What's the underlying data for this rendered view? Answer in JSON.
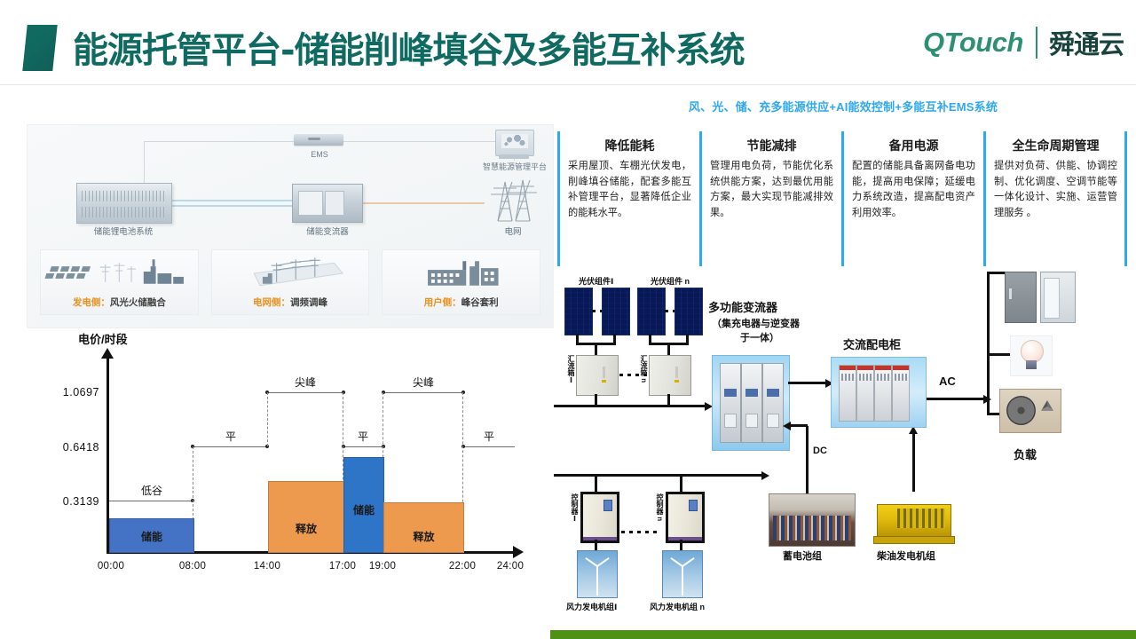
{
  "header": {
    "title": "能源托管平台-储能削峰填谷及多能互补系统",
    "logo_en": "QTouch",
    "logo_cn": "舜通云"
  },
  "left_panel": {
    "nodes": [
      {
        "name": "ems",
        "label": "EMS"
      },
      {
        "name": "smart-platform",
        "label": "智慧能源管理平台"
      },
      {
        "name": "battery-system",
        "label": "储能锂电池系统"
      },
      {
        "name": "pcs",
        "label": "储能变流器"
      },
      {
        "name": "grid",
        "label": "电网"
      }
    ],
    "cards": [
      {
        "prefix": "发电侧：",
        "text": "风光火储融合"
      },
      {
        "prefix": "电网侧：",
        "text": "调频调峰"
      },
      {
        "prefix": "用户侧：",
        "text": "峰谷套利"
      }
    ]
  },
  "right": {
    "sub_title": "风、光、储、充多能源供应+AI能效控制+多能互补EMS系统",
    "features": [
      {
        "title": "降低能耗",
        "body": "采用屋顶、车棚光伏发电，削峰填谷储能，配套多能互补管理平台，显著降低企业的能耗水平。"
      },
      {
        "title": "节能减排",
        "body": "管理用电负荷，节能优化系统供能方案，达到最优用能方案，最大实现节能减排效果。"
      },
      {
        "title": "备用电源",
        "body": "配置的储能具备离网备电功能，提高用电保障；延缓电力系统改造，提高配电资产利用效率。"
      },
      {
        "title": "全生命周期管理",
        "body": "提供对负荷、供能、协调控制、优化调度、空调节能等一体化设计、实施、运营管理服务 。"
      }
    ]
  },
  "system_diagram": {
    "labels": [
      {
        "name": "pv-module-1",
        "text": "光伏组件Ⅰ"
      },
      {
        "name": "pv-module-n",
        "text": "光伏组件 n"
      },
      {
        "name": "combiner-box-1",
        "text": "汇流箱Ⅰ"
      },
      {
        "name": "combiner-box-n",
        "text": "汇流箱 n"
      },
      {
        "name": "multifunction-converter",
        "text": "多功能变流器"
      },
      {
        "name": "multifunction-converter-sub1",
        "text": "（集充电器与逆变器"
      },
      {
        "name": "multifunction-converter-sub2",
        "text": "于一体）"
      },
      {
        "name": "ac-distribution-cabinet",
        "text": "交流配电柜"
      },
      {
        "name": "load",
        "text": "负载"
      },
      {
        "name": "controller-1",
        "text": "控制器Ⅰ"
      },
      {
        "name": "controller-n",
        "text": "控制器 n"
      },
      {
        "name": "wind-turbine-1",
        "text": "风力发电机组Ⅰ"
      },
      {
        "name": "wind-turbine-n",
        "text": "风力发电机组 n"
      },
      {
        "name": "battery-pack",
        "text": "蓄电池组"
      },
      {
        "name": "diesel-generator",
        "text": "柴油发电机组"
      },
      {
        "name": "ac-line",
        "text": "AC"
      },
      {
        "name": "dc-line",
        "text": "DC"
      }
    ]
  },
  "chart_data": {
    "type": "bar",
    "title": "电价/时段",
    "xlabel": "",
    "ylabel": "电价/时段",
    "ylim": [
      0,
      1.25
    ],
    "yticks": [
      0.3139,
      0.6418,
      1.0697
    ],
    "ytick_labels": [
      "0.3139",
      "0.6418",
      "1.0697"
    ],
    "xticks": [
      "00:00",
      "08:00",
      "14:00",
      "17:00",
      "19:00",
      "22:00",
      "24:00"
    ],
    "grid": false,
    "legend": "none",
    "price_tiers": [
      {
        "label": "低谷",
        "start": "00:00",
        "end": "08:00",
        "price": 0.3139
      },
      {
        "label": "平",
        "start": "08:00",
        "end": "14:00",
        "price": 0.6418
      },
      {
        "label": "尖峰",
        "start": "14:00",
        "end": "17:00",
        "price": 1.0697
      },
      {
        "label": "平",
        "start": "17:00",
        "end": "19:00",
        "price": 0.6418
      },
      {
        "label": "尖峰",
        "start": "19:00",
        "end": "22:00",
        "price": 1.0697
      },
      {
        "label": "平",
        "start": "22:00",
        "end": "24:00",
        "price": 0.6418
      }
    ],
    "bars": [
      {
        "label": "储能",
        "start": "00:00",
        "end": "08:00",
        "value": 0.19,
        "color": "#4472C4"
      },
      {
        "label": "释放",
        "start": "14:00",
        "end": "17:00",
        "value": 0.4,
        "color": "#ED9A4F"
      },
      {
        "label": "储能",
        "start": "17:00",
        "end": "19:00",
        "value": 0.54,
        "color": "#2E74C7"
      },
      {
        "label": "释放",
        "start": "19:00",
        "end": "22:00",
        "value": 0.28,
        "color": "#ED9A4F"
      }
    ]
  },
  "colors": {
    "brand_green": "#0f6b61",
    "accent_blue": "#2fa8f0",
    "bar_blue": "#4472C4",
    "bar_orange": "#ED9A4F",
    "card_orange": "#e8911f",
    "footer_green": "#4d9214"
  }
}
